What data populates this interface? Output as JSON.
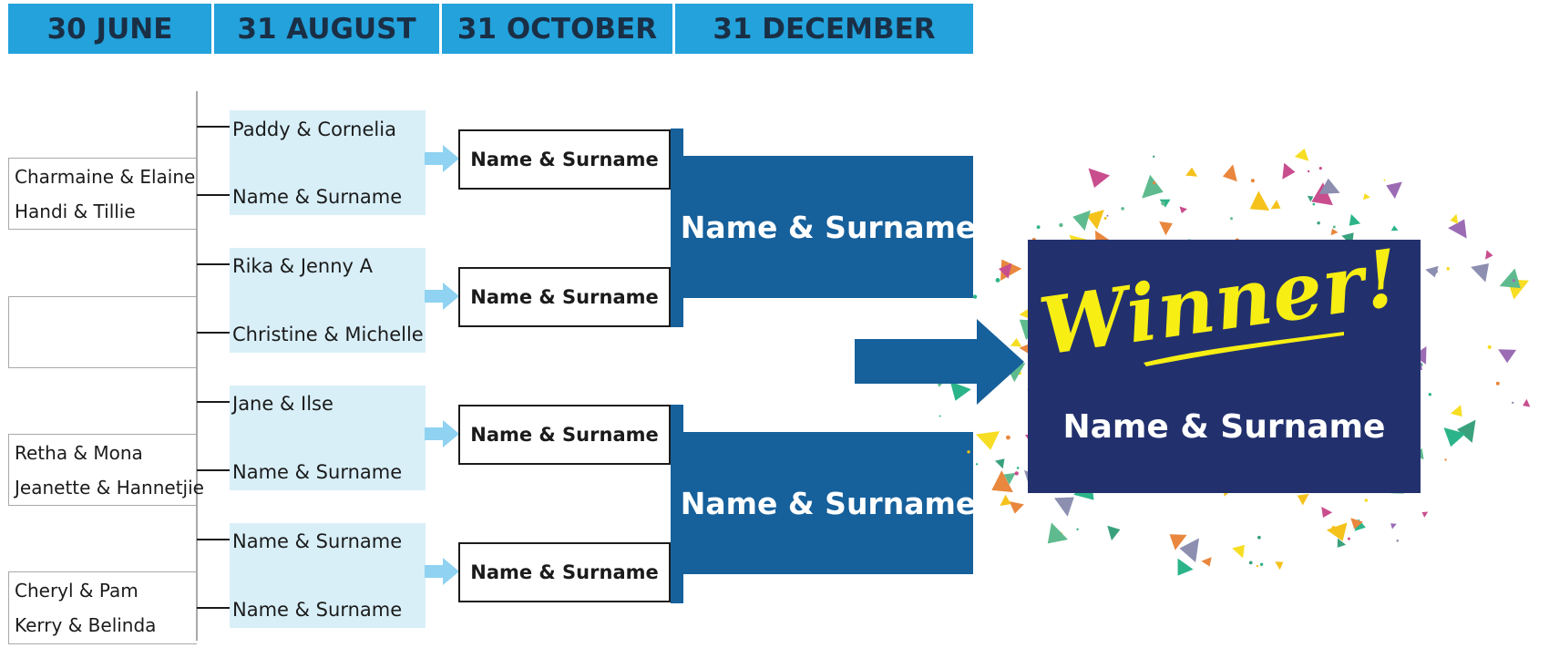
{
  "header": {
    "columns": [
      "30 JUNE",
      "31 AUGUST",
      "31 OCTOBER",
      "31 DECEMBER"
    ]
  },
  "round1": [
    {
      "lines": [
        "Charmaine & Elaine",
        "Handi & Tillie"
      ]
    },
    {
      "lines": [
        "",
        ""
      ]
    },
    {
      "lines": [
        "Retha & Mona",
        "Jeanette & Hannetjie"
      ]
    },
    {
      "lines": [
        "Cheryl & Pam",
        "Kerry & Belinda"
      ]
    }
  ],
  "round2": [
    [
      "Paddy & Cornelia",
      "Name & Surname"
    ],
    [
      "Rika & Jenny A",
      "Christine & Michelle"
    ],
    [
      "Jane & Ilse",
      "Name & Surname"
    ],
    [
      "Name & Surname",
      "Name & Surname"
    ]
  ],
  "round3": [
    "Name & Surname",
    "Name & Surname",
    "Name & Surname",
    "Name & Surname"
  ],
  "round4": [
    "Name & Surname",
    "Name & Surname"
  ],
  "winner": {
    "title": "Winner!",
    "name": "Name & Surname"
  },
  "colors": {
    "header_bg": "#23a2dc",
    "header_text": "#1a2f45",
    "light_blue": "#d8eff8",
    "arrow_light": "#8fd2f1",
    "dark_blue": "#16609b",
    "navy": "#22316e",
    "winner_yellow": "#f7ee13"
  }
}
